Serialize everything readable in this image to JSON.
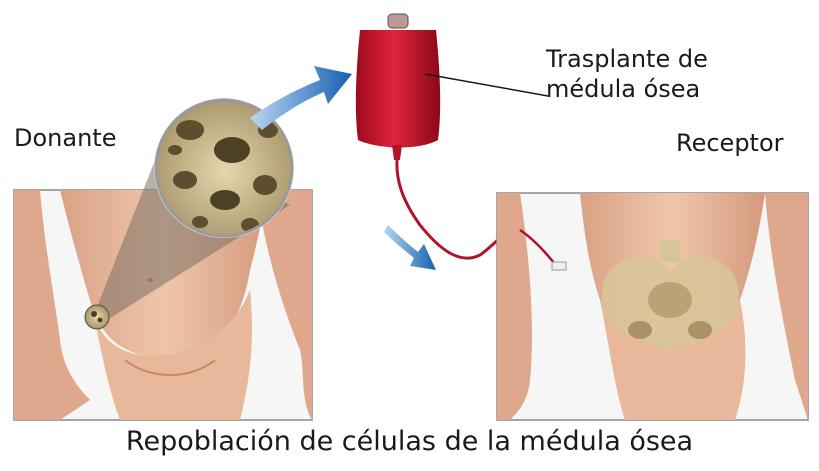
{
  "labels": {
    "donor": "Donante",
    "bag_line1": "Trasplante de",
    "bag_line2": "médula ósea",
    "recipient": "Receptor",
    "caption": "Repoblación de células de la médula ósea"
  },
  "colors": {
    "bag_red": "#c8102e",
    "arrow_blue": "#1f6fc0",
    "skin": "#e8b79c",
    "bone": "#d8c49a",
    "panel_border": "#888888"
  },
  "icons": {
    "bone_magnifier": "bone-marrow-magnifier",
    "iv_bag": "blood-bag",
    "transfer_arrow": "blue-arrow"
  }
}
